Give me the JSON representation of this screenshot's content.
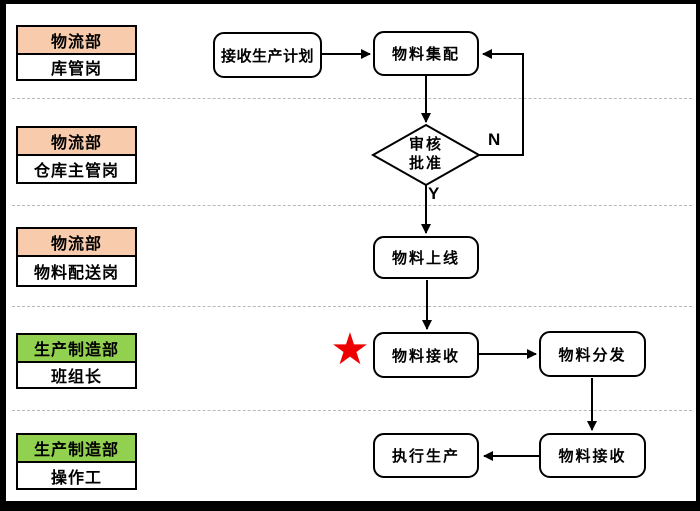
{
  "diagram": {
    "lanes": [
      {
        "dept": "物流部",
        "role": "库管岗",
        "header_color": "#F8CBAD"
      },
      {
        "dept": "物流部",
        "role": "仓库主管岗",
        "header_color": "#F8CBAD"
      },
      {
        "dept": "物流部",
        "role": "物料配送岗",
        "header_color": "#F8CBAD"
      },
      {
        "dept": "生产制造部",
        "role": "班组长",
        "header_color": "#92D050"
      },
      {
        "dept": "生产制造部",
        "role": "操作工",
        "header_color": "#92D050"
      }
    ],
    "nodes": {
      "receive_plan": "接收生产计划",
      "kitting": "物料集配",
      "decision": "审核\n批准",
      "online": "物料上线",
      "receive_line": "物料接收",
      "distribute": "物料分发",
      "receive_op": "物料接收",
      "execute": "执行生产"
    },
    "branch_labels": {
      "no": "N",
      "yes": "Y"
    },
    "star": {
      "glyph": "★",
      "color": "#EE0000"
    },
    "colors": {
      "line": "#000000",
      "lane_divider": "#B8B8B8",
      "node_border": "#000000",
      "background": "#FFFFFF"
    }
  }
}
